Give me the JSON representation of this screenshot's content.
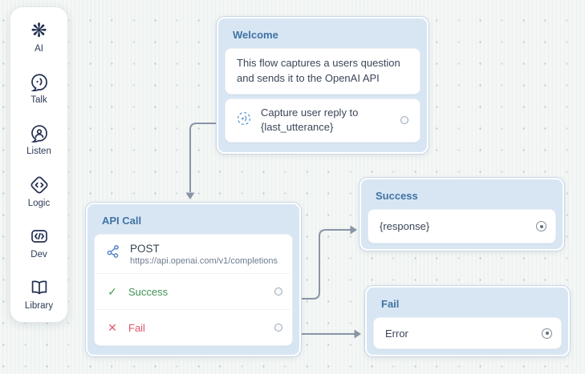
{
  "sidebar": {
    "items": [
      {
        "label": "AI",
        "icon": "openai-icon"
      },
      {
        "label": "Talk",
        "icon": "talk-bubble-icon"
      },
      {
        "label": "Listen",
        "icon": "listen-user-icon"
      },
      {
        "label": "Logic",
        "icon": "logic-diamond-icon"
      },
      {
        "label": "Dev",
        "icon": "dev-code-icon"
      },
      {
        "label": "Library",
        "icon": "library-book-icon"
      }
    ]
  },
  "flow": {
    "welcome": {
      "title": "Welcome",
      "message": "This flow captures a users question and sends it to the OpenAI API",
      "capture_label": "Capture user reply to {last_utterance}"
    },
    "api_call": {
      "title": "API Call",
      "method": "POST",
      "url": "https://api.openai.com/v1/completions",
      "ports": [
        {
          "label": "Success",
          "status": "success"
        },
        {
          "label": "Fail",
          "status": "fail"
        }
      ]
    },
    "success": {
      "title": "Success",
      "value": "{response}"
    },
    "fail": {
      "title": "Fail",
      "value": "Error"
    }
  },
  "icons": {
    "openai_glyph": "❋",
    "check": "✓",
    "cross": "✕"
  },
  "colors": {
    "canvas_bg": "#eff3f1",
    "node_bg": "#d8e6f4",
    "node_title": "#4173a3",
    "success_green": "#3f9455",
    "fail_red": "#dd5468",
    "connector_gray": "#8995a5",
    "sidebar_icon_navy": "#232f52",
    "api_icon_blue": "#5b87c9",
    "capture_icon_blue": "#6f9bd3"
  }
}
